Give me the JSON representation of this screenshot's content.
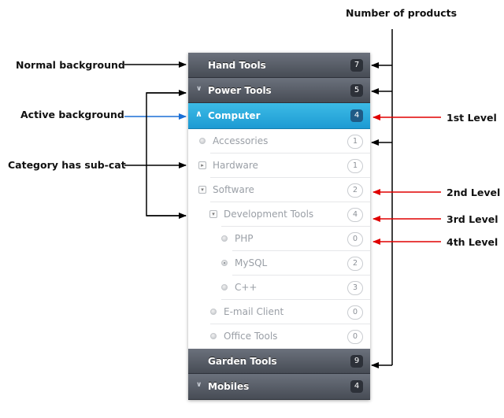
{
  "annotations": {
    "number_of_products": "Number of products",
    "normal_background": "Normal background",
    "active_background": "Active background",
    "category_has_subcat": "Category has sub-cat",
    "level_1": "1st Level",
    "level_2": "2nd Level",
    "level_3": "3rd Level",
    "level_4": "4th Level"
  },
  "colors": {
    "normal_arrow": "#000000",
    "active_arrow": "#1a6fd6",
    "level_arrow": "#e00000",
    "active_bg": "#2aa8dd"
  },
  "menu": {
    "top": [
      {
        "label": "Hand Tools",
        "count": "7",
        "chevron": ""
      },
      {
        "label": "Power Tools",
        "count": "5",
        "chevron": "chevron-down"
      }
    ],
    "active": {
      "label": "Computer",
      "count": "4",
      "chevron": "chevron-up"
    },
    "sub": [
      {
        "label": "Accessories",
        "count": "1",
        "icon": "radio-dot-icon"
      },
      {
        "label": "Hardware",
        "count": "1",
        "icon": "expand-right-icon"
      },
      {
        "label": "Software",
        "count": "2",
        "icon": "expand-down-icon"
      },
      {
        "label": "Development Tools",
        "count": "4",
        "icon": "expand-down-icon"
      },
      {
        "label": "PHP",
        "count": "0",
        "icon": "radio-dot-icon"
      },
      {
        "label": "MySQL",
        "count": "2",
        "icon": "radio-dot-selected-icon"
      },
      {
        "label": "C++",
        "count": "3",
        "icon": "radio-dot-icon"
      },
      {
        "label": "E-mail Client",
        "count": "0",
        "icon": "radio-dot-icon"
      },
      {
        "label": "Office Tools",
        "count": "0",
        "icon": "radio-dot-icon"
      }
    ],
    "bottom": [
      {
        "label": "Garden Tools",
        "count": "9",
        "chevron": ""
      },
      {
        "label": "Mobiles",
        "count": "4",
        "chevron": "chevron-down"
      }
    ]
  }
}
